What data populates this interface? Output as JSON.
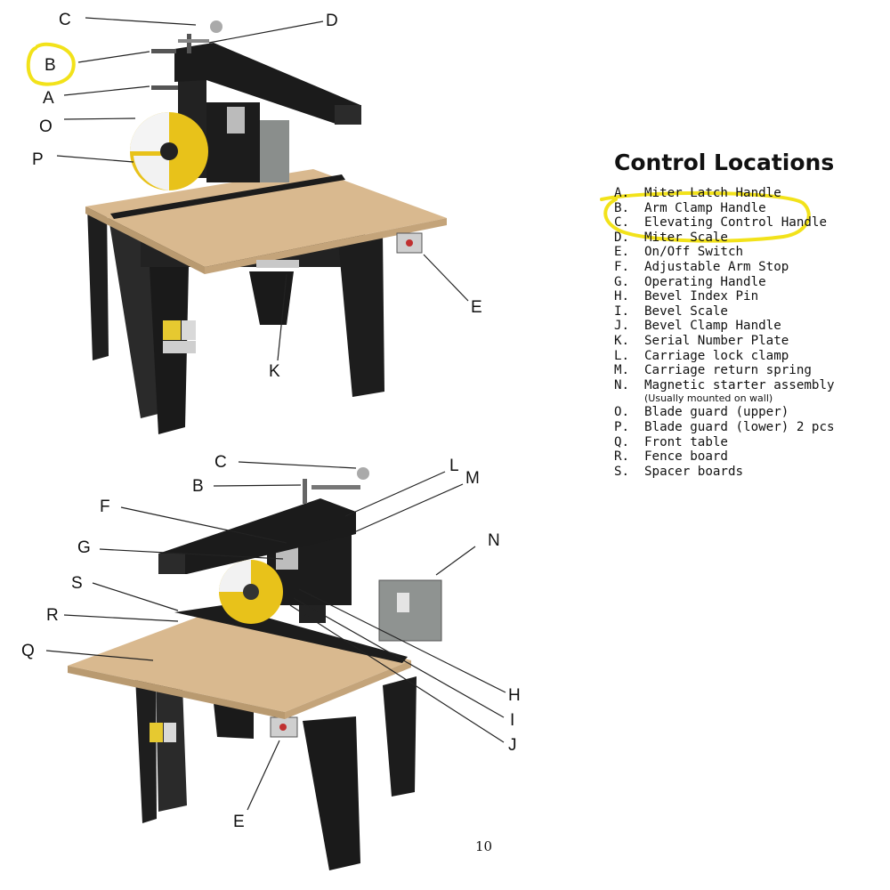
{
  "legend": {
    "title": "Control Locations",
    "items": [
      {
        "key": "A.",
        "text": "Miter Latch Handle"
      },
      {
        "key": "B.",
        "text": "Arm Clamp Handle"
      },
      {
        "key": "C.",
        "text": "Elevating Control Handle"
      },
      {
        "key": "D.",
        "text": "Miter Scale"
      },
      {
        "key": "E.",
        "text": "On/Off Switch"
      },
      {
        "key": "F.",
        "text": "Adjustable Arm Stop"
      },
      {
        "key": "G.",
        "text": "Operating Handle"
      },
      {
        "key": "H.",
        "text": "Bevel Index Pin"
      },
      {
        "key": "I.",
        "text": "Bevel Scale"
      },
      {
        "key": "J.",
        "text": "Bevel Clamp Handle"
      },
      {
        "key": "K.",
        "text": "Serial Number Plate"
      },
      {
        "key": "L.",
        "text": "Carriage lock clamp"
      },
      {
        "key": "M.",
        "text": "Carriage return spring"
      },
      {
        "key": "N.",
        "text": "Magnetic starter assembly"
      },
      {
        "key": "",
        "text": "(Usually mounted on wall)"
      },
      {
        "key": "O.",
        "text": "Blade guard (upper)"
      },
      {
        "key": "P.",
        "text": "Blade guard (lower) 2 pcs"
      },
      {
        "key": "Q.",
        "text": "Front table"
      },
      {
        "key": "R.",
        "text": "Fence board"
      },
      {
        "key": "S.",
        "text": "Spacer boards"
      }
    ]
  },
  "callouts_top": {
    "c": "C",
    "d": "D",
    "b": "B",
    "a": "A",
    "o": "O",
    "p": "P",
    "e": "E",
    "k": "K"
  },
  "callouts_bottom": {
    "c": "C",
    "b": "B",
    "l": "L",
    "m": "M",
    "f": "F",
    "g": "G",
    "n": "N",
    "s": "S",
    "r": "R",
    "q": "Q",
    "h": "H",
    "i": "I",
    "j": "J",
    "e": "E"
  },
  "page_number": "10",
  "colors": {
    "highlight": "#f2e21a",
    "saw_body": "#1c1c1c",
    "tabletop": "#d9b98f",
    "motor": "#8a8e8c",
    "guard_yellow": "#e8c21a"
  }
}
